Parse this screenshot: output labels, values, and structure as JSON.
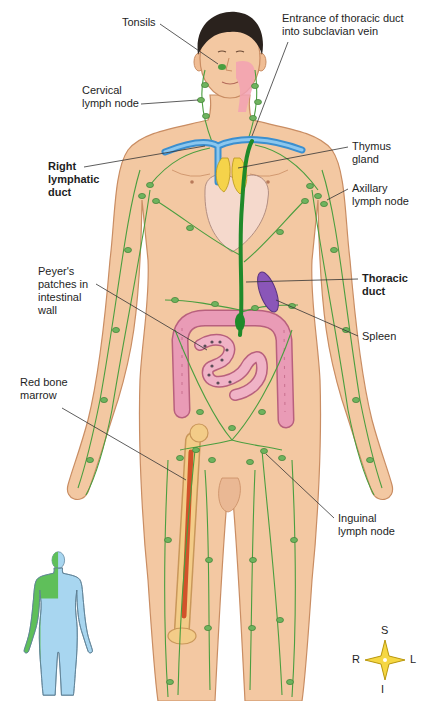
{
  "diagram": {
    "labels": [
      "Tonsils",
      "Cervical lymph node",
      "Entrance of thoracic duct into subclavian vein",
      "Right lymphatic duct",
      "Thymus gland",
      "Axillary lymph node",
      "Peyer's patches in intestinal wall",
      "Thoracic duct",
      "Spleen",
      "Red bone marrow",
      "Inguinal lymph node",
      "S",
      "R",
      "L",
      "I"
    ]
  }
}
